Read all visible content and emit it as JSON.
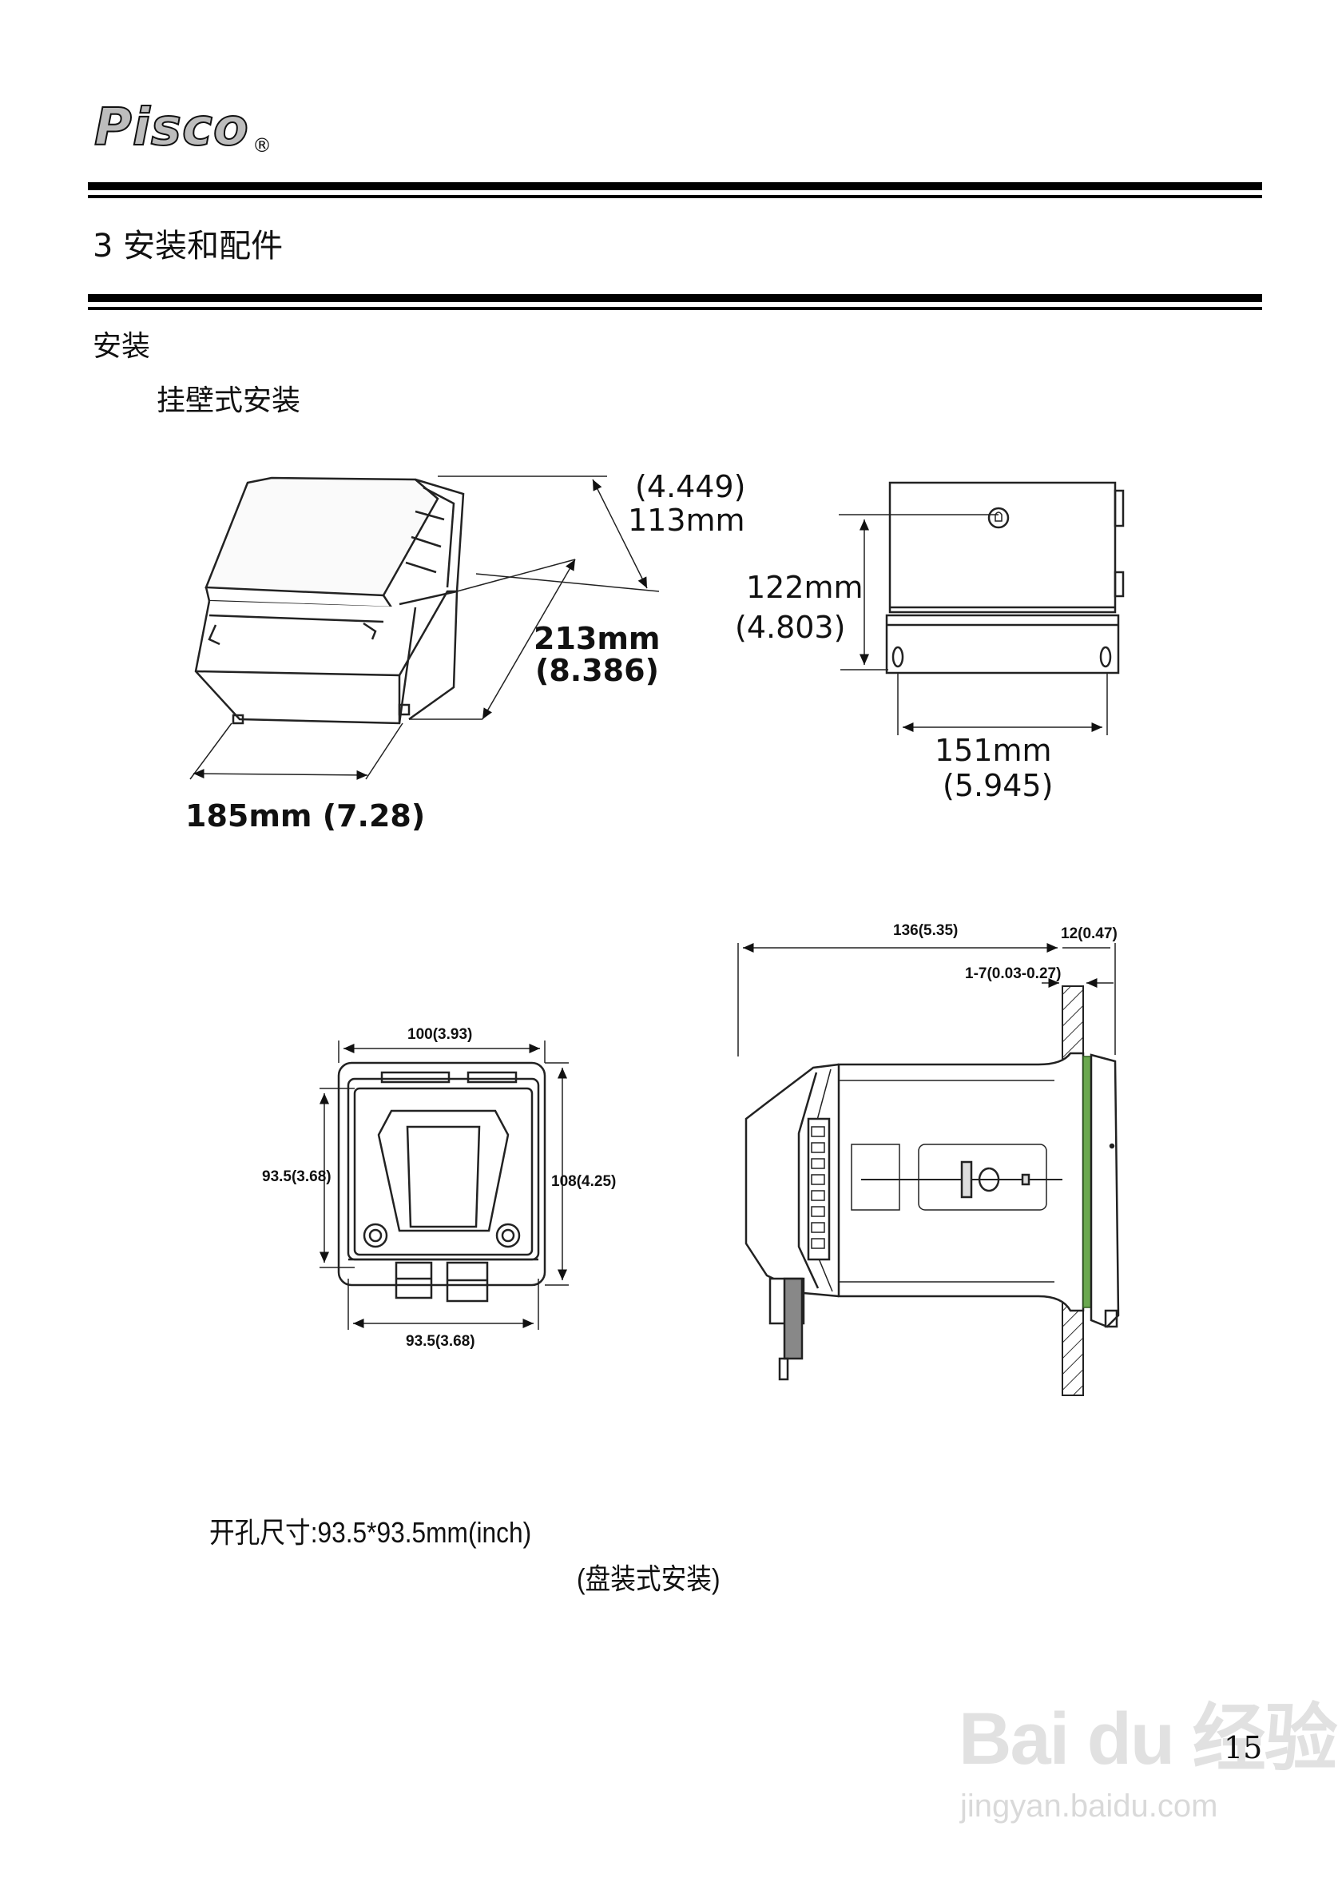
{
  "header": {
    "logo": "Pisco",
    "registered": "®"
  },
  "section": {
    "title": "3 安装和配件"
  },
  "subsections": {
    "install": "安装",
    "wall_mount": "挂壁式安装"
  },
  "wall_drawing": {
    "dim_113_in": "(4.449)",
    "dim_113_mm": "113mm",
    "dim_213_mm": "213mm",
    "dim_213_in": "(8.386)",
    "dim_185": "185mm (7.28)",
    "dim_122_mm": "122mm",
    "dim_122_in": "(4.803)",
    "dim_151_mm": "151mm",
    "dim_151_in": "(5.945)"
  },
  "panel_drawing": {
    "front_width": "100(3.93)",
    "front_inner_height": "93.5(3.68)",
    "front_height": "108(4.25)",
    "front_inner_width": "93.5(3.68)",
    "side_depth": "136(5.35)",
    "side_bezel": "12(0.47)",
    "side_panel_range": "1-7(0.03-0.27)"
  },
  "cutout": {
    "text": "开孔尺寸:93.5*93.5mm(inch)"
  },
  "panel_caption": {
    "text": "(盘装式安装)"
  },
  "page": {
    "number": "15"
  },
  "watermark": {
    "brand": "Bai du 经验",
    "url": "jingyan.baidu.com"
  }
}
